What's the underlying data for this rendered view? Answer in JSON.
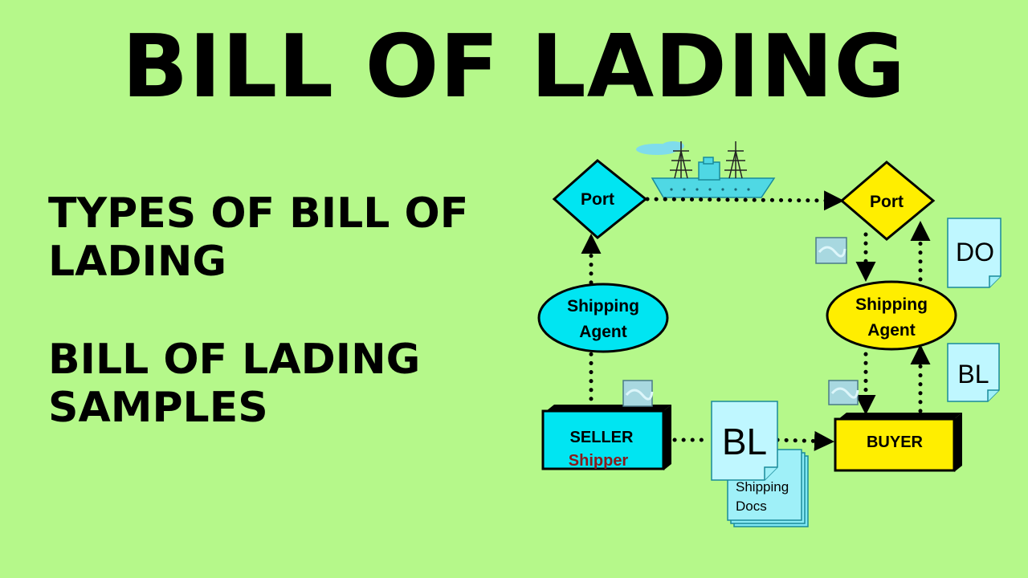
{
  "title": "BILL OF LADING",
  "subtitles": {
    "types": "TYPES OF BILL OF LADING",
    "samples": "BILL OF LADING SAMPLES"
  },
  "diagram": {
    "port_left": "Port",
    "port_right": "Port",
    "agent_left_line1": "Shipping",
    "agent_left_line2": "Agent",
    "agent_right_line1": "Shipping",
    "agent_right_line2": "Agent",
    "seller_line1": "SELLER",
    "seller_line2": "Shipper",
    "buyer": "BUYER",
    "doc_bl_center": "BL",
    "doc_shipping_line1": "Shipping",
    "doc_shipping_line2": "Docs",
    "doc_do": "DO",
    "doc_bl_right": "BL",
    "colors": {
      "background": "#b5f88a",
      "cyan": "#00e5f2",
      "yellow": "#ffee00",
      "doc": "#bff7ff",
      "seller_line2": "#8b1a1a"
    }
  }
}
